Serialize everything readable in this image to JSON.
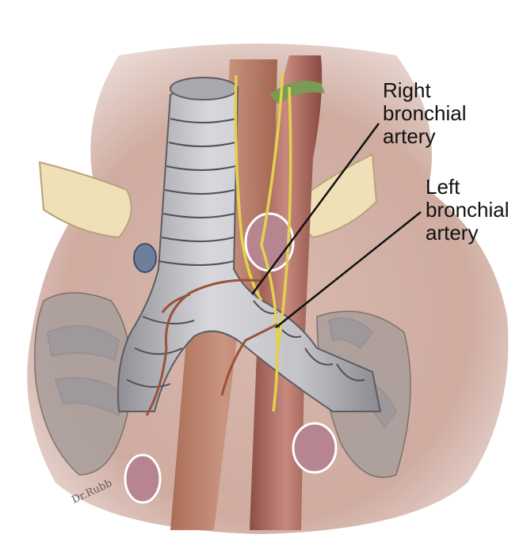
{
  "labels": {
    "right": "Right\nbronchial\nartery",
    "left": "Left\nbronchial\nartery"
  },
  "signature": "Dr.Rubb",
  "colors": {
    "trachea": "#c9c9cc",
    "trachea_shadow": "#8e8e93",
    "tissue": "#d8b8ad",
    "tissue_dark": "#b58c82",
    "muscle": "#b77f66",
    "aorta": "#a7645a",
    "vein": "#6e7f9e",
    "nerve": "#e3d24e",
    "bone": "#efe0b8",
    "artery": "#9a5238",
    "leader": "#111111"
  }
}
